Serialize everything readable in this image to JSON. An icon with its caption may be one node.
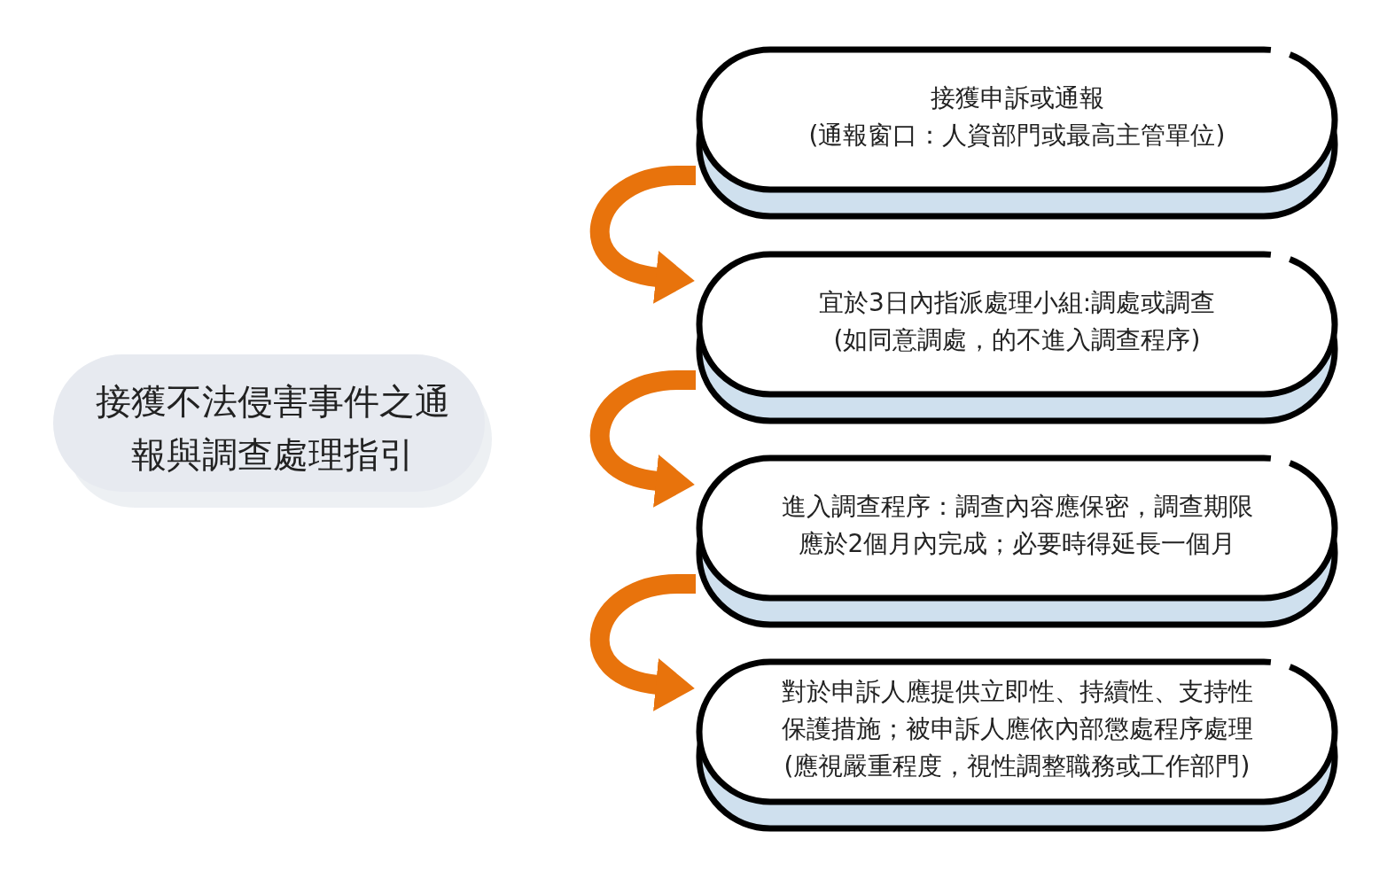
{
  "diagram": {
    "nodes": [
      {
        "text": [
          "接獲不法侵害事件之通報與調查處理指引"
        ]
      },
      {
        "text": [
          "接獲申訴或通報",
          "(通報窗口：人資部門或最高主管單位)"
        ]
      },
      {
        "text": [
          "宜於3日內指派處理小組:調處或調查",
          "(如同意調處，的不進入調查程序)"
        ]
      },
      {
        "text": [
          "進入調查程序：調查內容應保密，調查期限應於2個月內完成；必要時得延長一個月"
        ]
      },
      {
        "text": [
          "對於申訴人應提供立即性、持續性、支持性保護措施；被申訴人應依內部懲處程序處理",
          "(應視嚴重程度，視性調整職務或工作部門)"
        ]
      }
    ],
    "edges": [
      {
        "from": 1,
        "to": 2,
        "arrow": "to",
        "color": "#e8730c"
      },
      {
        "from": 2,
        "to": 3,
        "arrow": "to",
        "color": "#e8730c"
      },
      {
        "from": 3,
        "to": 4,
        "arrow": "to",
        "color": "#e8730c"
      }
    ]
  }
}
